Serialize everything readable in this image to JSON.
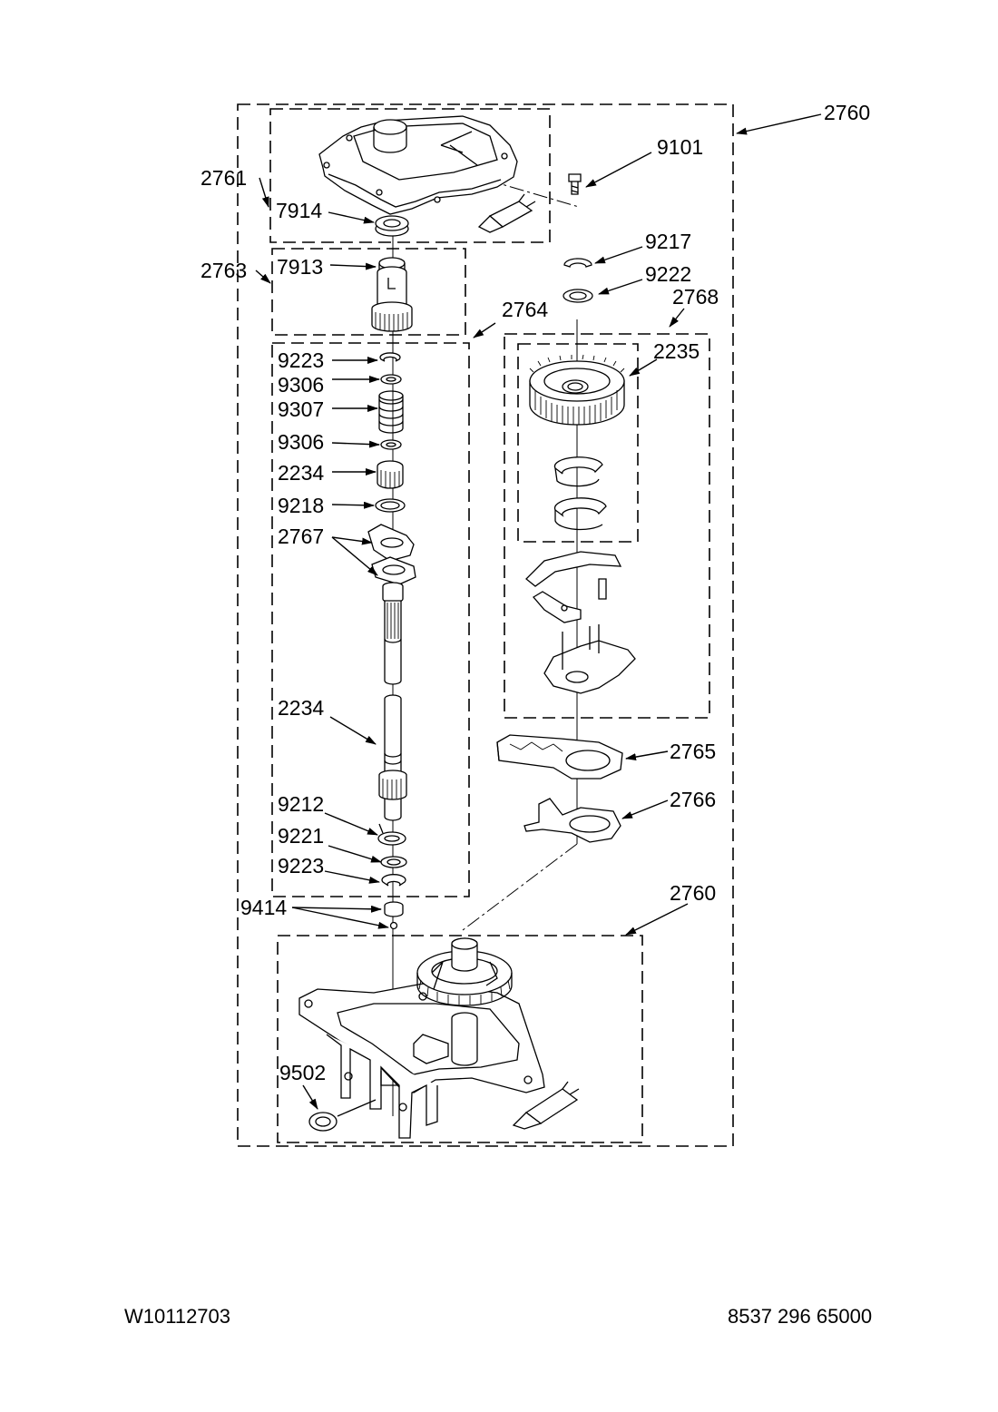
{
  "labels": {
    "p2760_top": "2760",
    "p9101": "9101",
    "p2761": "2761",
    "p7914": "7914",
    "p9217": "9217",
    "p9222": "9222",
    "p2763": "2763",
    "p7913": "7913",
    "p2768": "2768",
    "p2764": "2764",
    "p2235": "2235",
    "p9223_a": "9223",
    "p9306_a": "9306",
    "p9307": "9307",
    "p9306_b": "9306",
    "p2234_a": "2234",
    "p9218": "9218",
    "p2767": "2767",
    "p2234_b": "2234",
    "p2765": "2765",
    "p2766": "2766",
    "p9212": "9212",
    "p9221": "9221",
    "p9223_b": "9223",
    "p2760_bottom": "2760",
    "p9414": "9414",
    "p9502": "9502"
  },
  "footer": {
    "left": "W10112703",
    "right": "8537 296 65000"
  }
}
